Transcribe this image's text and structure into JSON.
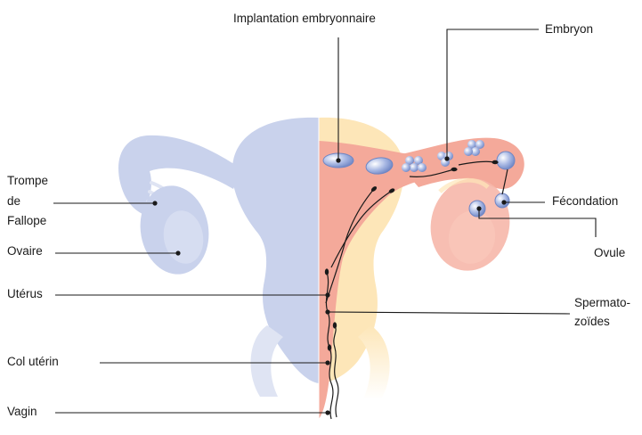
{
  "labels": {
    "implantation": "Implantation embryonnaire",
    "embryon": "Embryon",
    "trompe_line1": "Trompe",
    "trompe_line2": "de",
    "trompe_line3": "Fallope",
    "ovaire": "Ovaire",
    "fecondation": "Fécondation",
    "ovule": "Ovule",
    "uterus": "Utérus",
    "spermato_line1": "Spermato-",
    "spermato_line2": "zoïdes",
    "col": "Col utérin",
    "vagin": "Vagin"
  },
  "colors": {
    "left_half": "#c9d2ec",
    "right_tissue": "#f4a99a",
    "right_wall": "#fde6b8",
    "cell_blue": "#8fa6d8",
    "line": "#1a1a1a"
  }
}
